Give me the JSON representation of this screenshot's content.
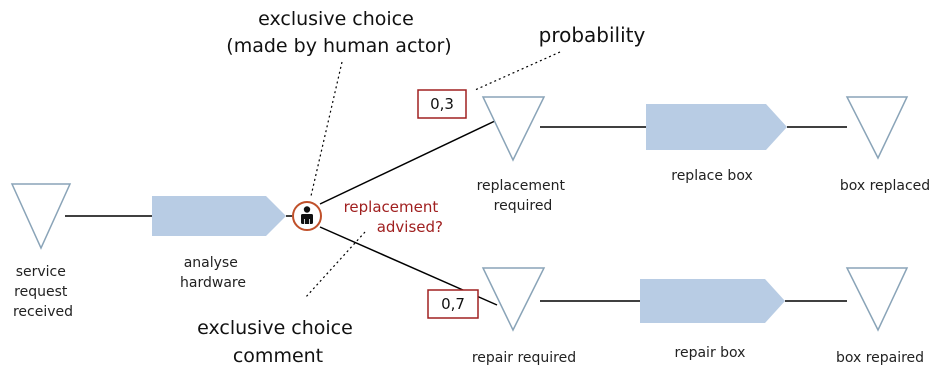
{
  "events": {
    "service_request_received": [
      "service",
      "request",
      "received"
    ],
    "replacement_required": [
      "replacement",
      "required"
    ],
    "repair_required": [
      "repair required"
    ],
    "box_replaced": [
      "box replaced"
    ],
    "box_repaired": [
      "box repaired"
    ]
  },
  "functions": {
    "analyse_hardware": [
      "analyse",
      "hardware"
    ],
    "replace_box": [
      "replace box"
    ],
    "repair_box": [
      "repair box"
    ]
  },
  "decision": {
    "comment": [
      "replacement",
      "advised?"
    ]
  },
  "probabilities": {
    "upper": "0,3",
    "lower": "0,7"
  },
  "annotations": {
    "exclusive_choice": [
      "exclusive choice",
      "(made by human actor)"
    ],
    "probability": [
      "probability"
    ],
    "exclusive_choice_comment": [
      "exclusive choice",
      "comment"
    ]
  },
  "colors": {
    "event_stroke": "#8aa4b8",
    "function_fill": "#b8cce4",
    "accent_red": "#a02020"
  }
}
